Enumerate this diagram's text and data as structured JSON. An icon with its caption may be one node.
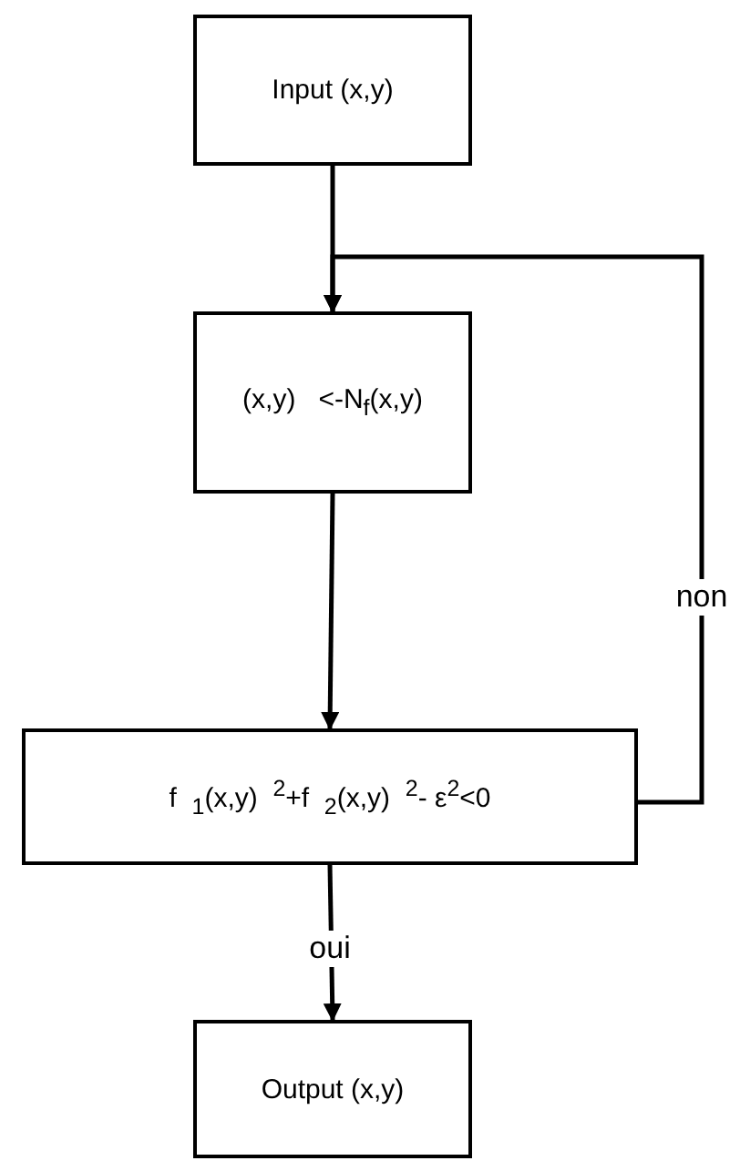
{
  "diagram": {
    "nodes": [
      {
        "text": [
          "Input (x,y)"
        ]
      },
      {
        "text": [
          "(x,y)   <-N$_{f}$(x,y)"
        ]
      },
      {
        "text": [
          "f  $_{1}$(x,y)  $^{2}$+f  $_{2}$(x,y)  $^{2}$- ε$^{2}$<0"
        ]
      },
      {
        "text": [
          "Output (x,y)"
        ]
      }
    ],
    "edges": [
      {
        "from": 0,
        "to": 1,
        "arrow": "to"
      },
      {
        "from": 1,
        "to": 2,
        "arrow": "to"
      },
      {
        "from": 2,
        "to": 3,
        "arrow": "to",
        "label": "oui"
      },
      {
        "from": 2,
        "to": 1,
        "arrow": "to",
        "label": "non"
      }
    ]
  }
}
